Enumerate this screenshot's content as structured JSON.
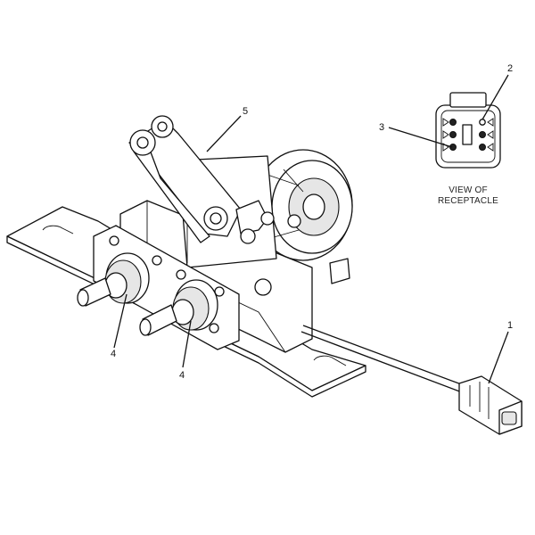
{
  "callouts": {
    "c1": "1",
    "c2": "2",
    "c3": "3",
    "c4a": "4",
    "c4b": "4",
    "c5": "5"
  },
  "receptacle_caption": {
    "line1": "VIEW OF",
    "line2": "RECEPTACLE"
  }
}
